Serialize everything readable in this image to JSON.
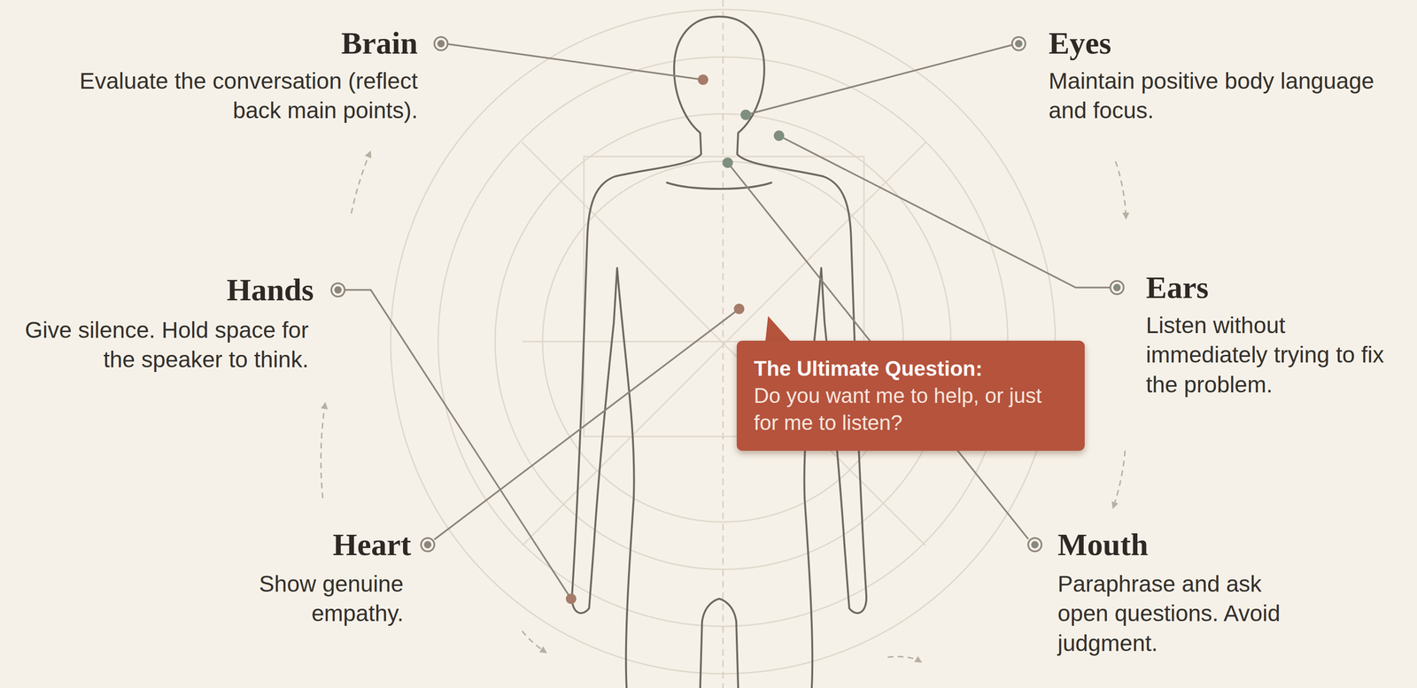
{
  "diagram": {
    "nodes": [
      {
        "text": [
          "The Ultimate Question:",
          "Do you want me to help, or just for me to listen?"
        ]
      }
    ],
    "edges": [],
    "labels": [
      "Brain",
      "Evaluate the conversation (reflect back main points).",
      "Eyes",
      "Maintain positive body language and focus.",
      "Hands",
      "Give silence. Hold space for the speaker to think.",
      "Ears",
      "Listen without immediately trying to fix the problem.",
      "Heart",
      "Show genuine empathy.",
      "Mouth",
      "Paraphrase and ask open questions. Avoid judgment."
    ]
  }
}
